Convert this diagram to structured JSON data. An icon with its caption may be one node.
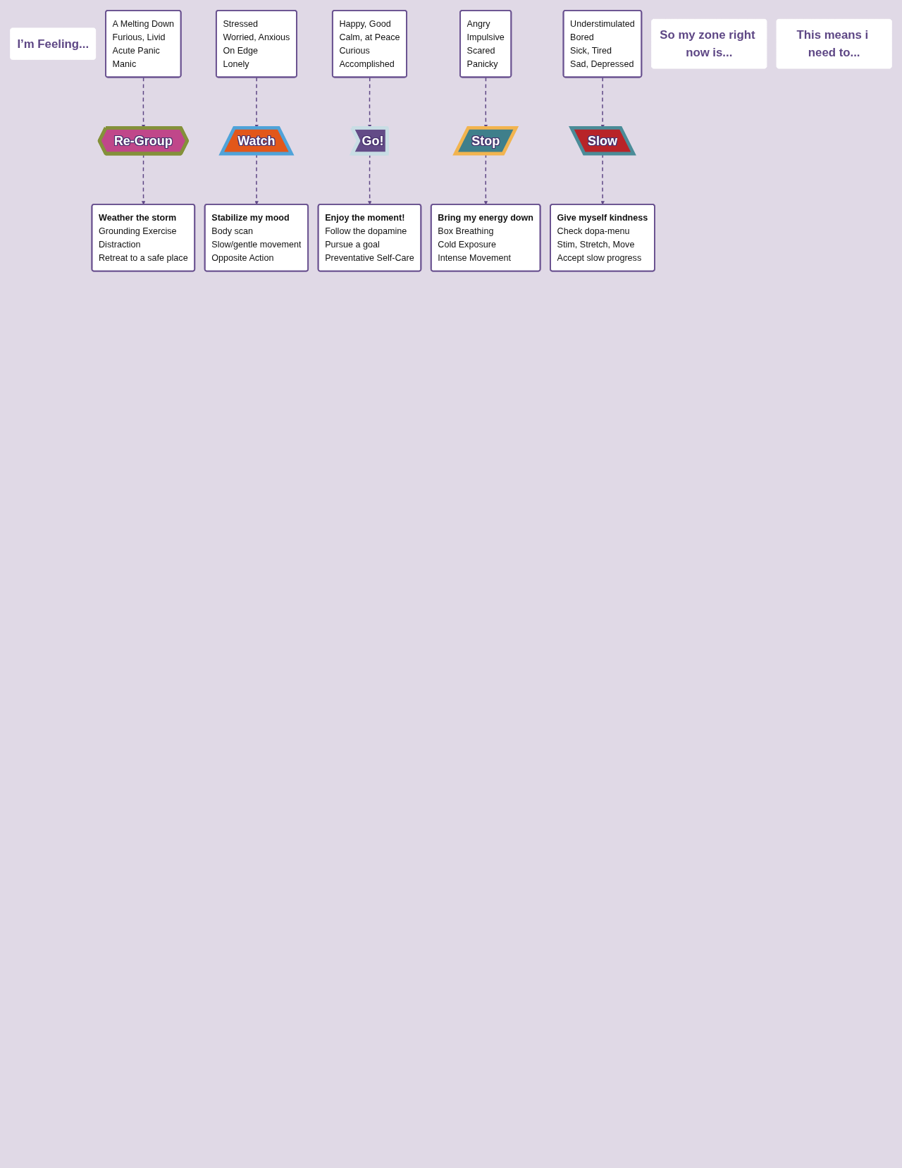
{
  "diagram": {
    "nodes": [
      {
        "text": [
          "I’m Feeling..."
        ]
      },
      {
        "text": [
          "A Melting Down",
          "Furious, Livid",
          "Acute Panic",
          "Manic"
        ]
      },
      {
        "text": [
          "Stressed",
          "Worried, Anxious",
          "On Edge",
          "Lonely"
        ]
      },
      {
        "text": [
          "Happy, Good",
          "Calm, at Peace",
          "Curious",
          "Accomplished"
        ]
      },
      {
        "text": [
          "Angry",
          "Impulsive",
          "Scared",
          "Panicky"
        ]
      },
      {
        "text": [
          "Understimulated",
          "Bored",
          "Sick, Tired",
          "Sad, Depressed"
        ]
      },
      {
        "text": [
          "So my zone right now is..."
        ]
      },
      {
        "text": [
          "Re-Group"
        ]
      },
      {
        "text": [
          "Watch"
        ]
      },
      {
        "text": [
          "Go!"
        ]
      },
      {
        "text": [
          "Stop"
        ]
      },
      {
        "text": [
          "Slow"
        ]
      },
      {
        "text": [
          "This means i need to..."
        ]
      },
      {
        "text": [
          "Weather the storm",
          "Grounding Exercise",
          "Distraction",
          "Retreat to a safe place"
        ]
      },
      {
        "text": [
          "Stabilize my mood",
          "Body scan",
          "Slow/gentle movement",
          "Opposite Action"
        ]
      },
      {
        "text": [
          "Enjoy the moment!",
          "Follow the dopamine",
          "Pursue a goal",
          "Preventative Self-Care"
        ]
      },
      {
        "text": [
          "Bring my energy down",
          "Box Breathing",
          "Cold Exposure",
          "Intense Movement"
        ]
      },
      {
        "text": [
          "Give myself kindness",
          "Check dopa-menu",
          "Stim, Stretch, Move",
          "Accept slow progress"
        ]
      }
    ],
    "edges": [
      {
        "from": 1,
        "to": 7,
        "arrow": "to",
        "style": "dashed"
      },
      {
        "from": 2,
        "to": 8,
        "arrow": "to",
        "style": "dashed"
      },
      {
        "from": 3,
        "to": 9,
        "arrow": "to",
        "style": "dashed"
      },
      {
        "from": 4,
        "to": 10,
        "arrow": "to",
        "style": "dashed"
      },
      {
        "from": 5,
        "to": 11,
        "arrow": "to",
        "style": "dashed"
      },
      {
        "from": 7,
        "to": 13,
        "arrow": "to",
        "style": "dashed"
      },
      {
        "from": 8,
        "to": 14,
        "arrow": "to",
        "style": "dashed"
      },
      {
        "from": 9,
        "to": 15,
        "arrow": "to",
        "style": "dashed"
      },
      {
        "from": 10,
        "to": 16,
        "arrow": "to",
        "style": "dashed"
      },
      {
        "from": 11,
        "to": 17,
        "arrow": "to",
        "style": "dashed"
      }
    ]
  }
}
